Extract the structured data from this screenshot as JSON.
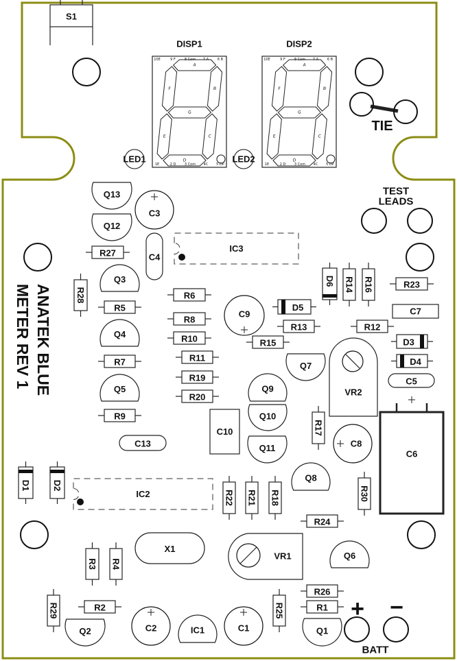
{
  "colors": {
    "outline": "#8c8c14",
    "brand": "#6e1414",
    "ink": "#111111"
  },
  "titles": {
    "disp1": "DISP1",
    "disp2": "DISP2",
    "led1": "LED1",
    "led2": "LED2",
    "tie": "TIE",
    "test_leads_1": "TEST",
    "test_leads_2": "LEADS",
    "batt": "BATT",
    "batt_plus": "+",
    "batt_minus": "−",
    "brand_line1": "ANATEK BLUE",
    "brand_line2": "METER REV 1"
  },
  "display": {
    "pins_top": [
      "10E",
      "9 F",
      "8 Com",
      "7 A",
      "6 B"
    ],
    "pins_bottom": [
      "1E",
      "2 D",
      "3 Com",
      "4C",
      "5 DP"
    ],
    "segments": {
      "A": "A",
      "B": "B",
      "C": "C",
      "D": "D",
      "E": "E",
      "F": "F",
      "G": "G"
    }
  },
  "components": {
    "S1": "S1",
    "R1": "R1",
    "R2": "R2",
    "R3": "R3",
    "R4": "R4",
    "R5": "R5",
    "R6": "R6",
    "R7": "R7",
    "R8": "R8",
    "R9": "R9",
    "R10": "R10",
    "R11": "R11",
    "R12": "R12",
    "R13": "R13",
    "R14": "R14",
    "R15": "R15",
    "R16": "R16",
    "R17": "R17",
    "R18": "R18",
    "R19": "R19",
    "R20": "R20",
    "R21": "R21",
    "R22": "R22",
    "R23": "R23",
    "R24": "R24",
    "R25": "R25",
    "R26": "R26",
    "R27": "R27",
    "R28": "R28",
    "R29": "R29",
    "R30": "R30",
    "D1": "D1",
    "D2": "D2",
    "D3": "D3",
    "D4": "D4",
    "D5": "D5",
    "D6": "D6",
    "Q1": "Q1",
    "Q2": "Q2",
    "Q3": "Q3",
    "Q4": "Q4",
    "Q5": "Q5",
    "Q6": "Q6",
    "Q7": "Q7",
    "Q8": "Q8",
    "Q9": "Q9",
    "Q10": "Q10",
    "Q11": "Q11",
    "Q12": "Q12",
    "Q13": "Q13",
    "C1": "C1",
    "C2": "C2",
    "C3": "C3",
    "C4": "C4",
    "C5": "C5",
    "C6": "C6",
    "C7": "C7",
    "C8": "C8",
    "C9": "C9",
    "C10": "C10",
    "C13": "C13",
    "IC1": "IC1",
    "IC2": "IC2",
    "IC3": "IC3",
    "VR1": "VR1",
    "VR2": "VR2",
    "X1": "X1"
  }
}
